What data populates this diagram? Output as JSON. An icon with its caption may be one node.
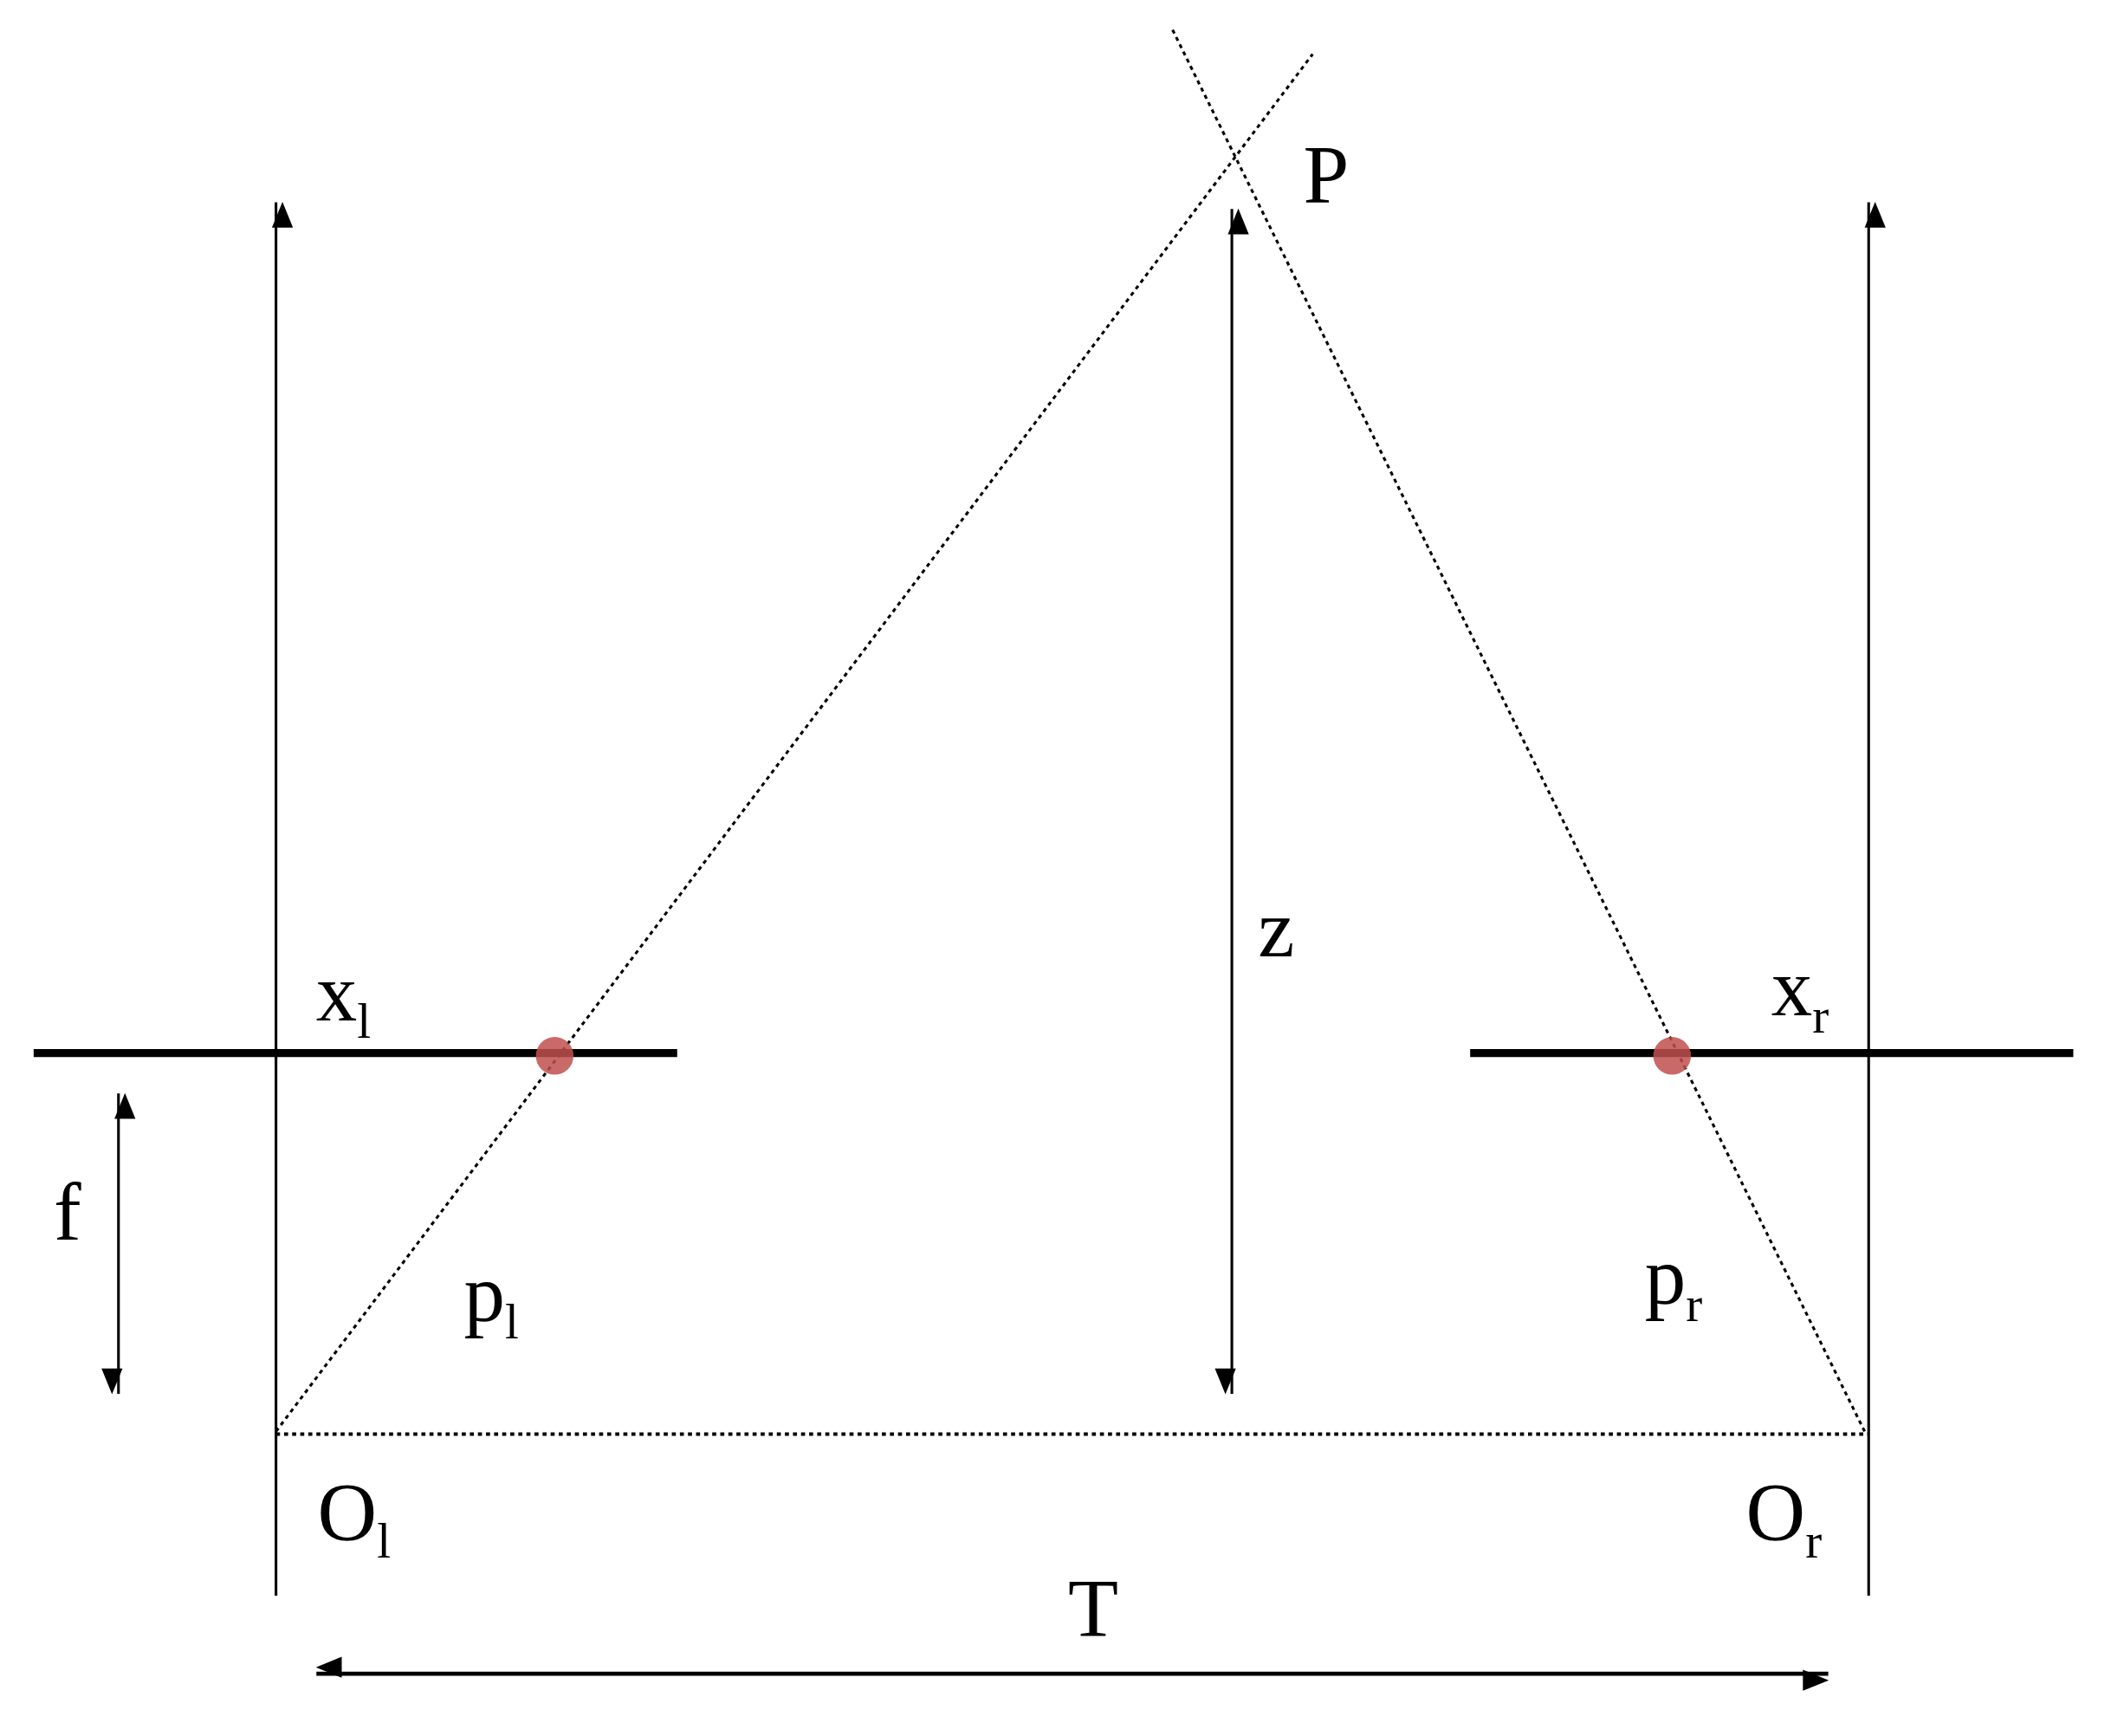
{
  "diagram": {
    "labels": [
      "P",
      "z",
      "x$_{l}$",
      "x$_{r}$",
      "f",
      "p$_{l}$",
      "p$_{r}$",
      "O$_{l}$",
      "O$_{r}$",
      "T"
    ]
  }
}
